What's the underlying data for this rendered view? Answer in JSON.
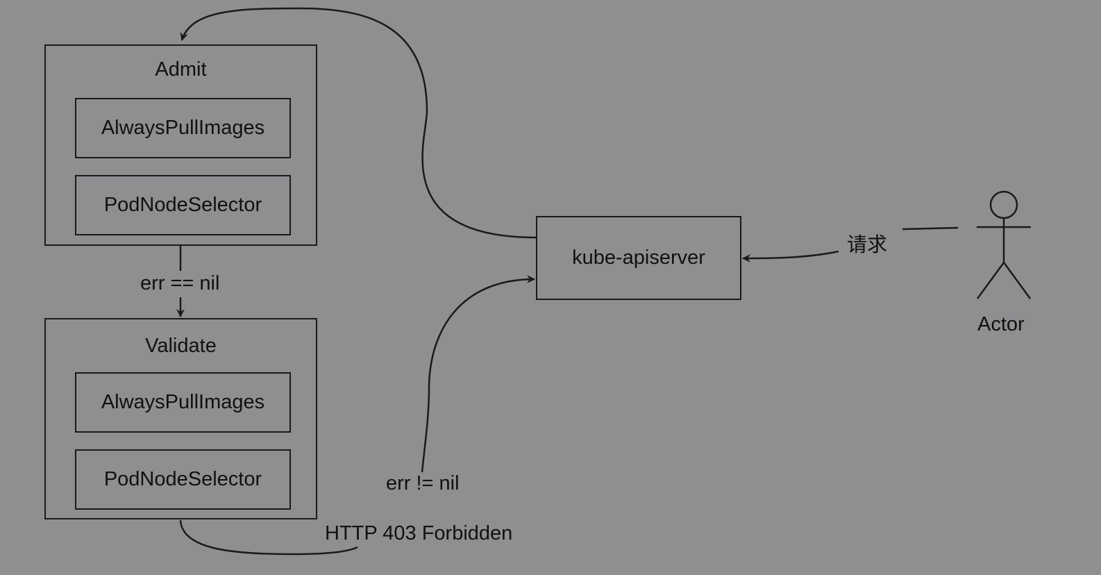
{
  "groups": {
    "admit": {
      "title": "Admit",
      "plugins": [
        "AlwaysPullImages",
        "PodNodeSelector"
      ]
    },
    "validate": {
      "title": "Validate",
      "plugins": [
        "AlwaysPullImages",
        "PodNodeSelector"
      ]
    }
  },
  "apiserver": {
    "label": "kube-apiserver"
  },
  "actor": {
    "label": "Actor"
  },
  "edges": {
    "request": "请求",
    "admit_ok": "err == nil",
    "validate_err": "err != nil",
    "forbidden": "HTTP 403 Forbidden"
  },
  "colors": {
    "background": "#8e8f91",
    "stroke": "#1a1a1a",
    "text": "#111111"
  }
}
